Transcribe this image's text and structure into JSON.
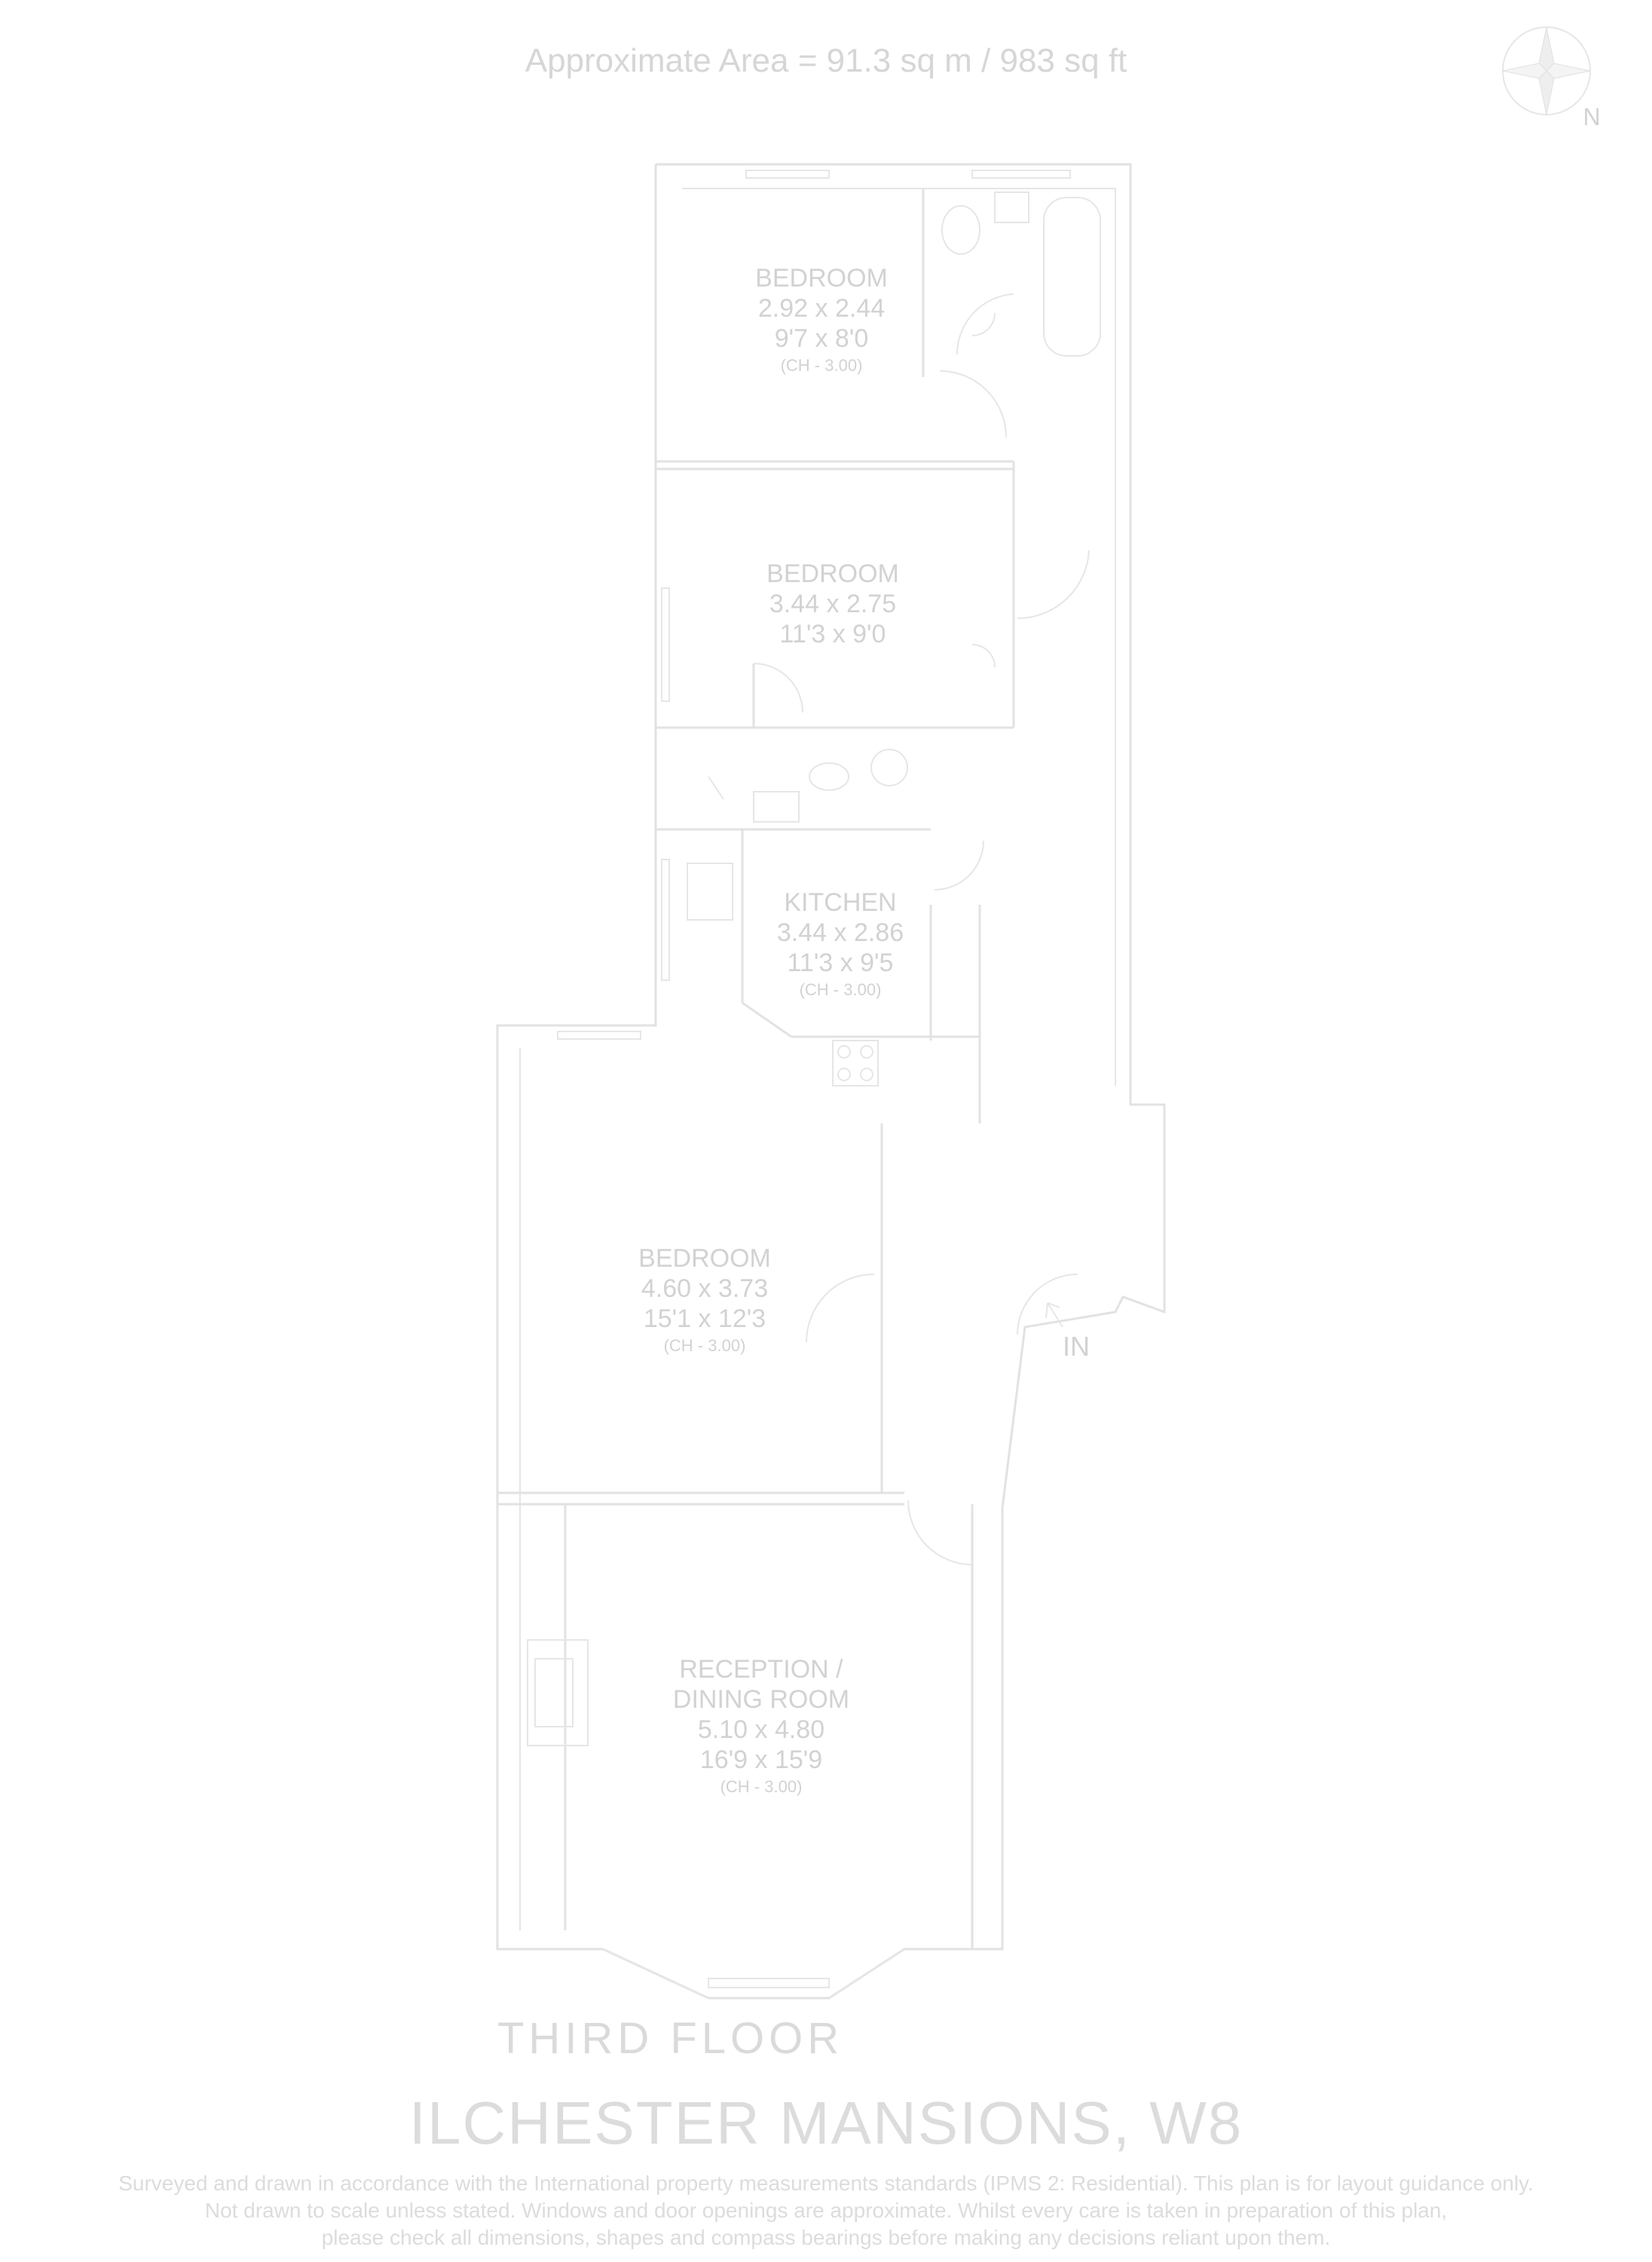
{
  "header": {
    "area": "Approximate Area = 91.3 sq m / 983 sq ft"
  },
  "compass": {
    "label": "N",
    "icon": "compass-rose-icon"
  },
  "rooms": [
    {
      "name": "BEDROOM",
      "dims_m": "2.92 x 2.44",
      "dims_ft": "9'7 x 8'0",
      "ceiling": "(CH - 3.00)"
    },
    {
      "name": "BEDROOM",
      "dims_m": "3.44 x 2.75",
      "dims_ft": "11'3 x 9'0"
    },
    {
      "name": "KITCHEN",
      "dims_m": "3.44 x 2.86",
      "dims_ft": "11'3 x 9'5",
      "ceiling": "(CH - 3.00)"
    },
    {
      "name": "BEDROOM",
      "dims_m": "4.60 x 3.73",
      "dims_ft": "15'1 x 12'3",
      "ceiling": "(CH - 3.00)"
    },
    {
      "name": "RECEPTION /",
      "name2": "DINING ROOM",
      "dims_m": "5.10 x 4.80",
      "dims_ft": "16'9 x 15'9",
      "ceiling": "(CH - 3.00)"
    }
  ],
  "entrance": {
    "label": "IN"
  },
  "floor": {
    "label": "THIRD FLOOR"
  },
  "title": "ILCHESTER MANSIONS, W8",
  "disclaimer": [
    "Surveyed and drawn in accordance with the International property measurements standards (IPMS 2: Residential). This plan is for layout guidance only.",
    "Not drawn to scale unless stated. Windows and door openings are approximate. Whilst every care is taken in preparation of this plan,",
    "please check all dimensions, shapes and compass bearings before making any decisions reliant upon them."
  ]
}
